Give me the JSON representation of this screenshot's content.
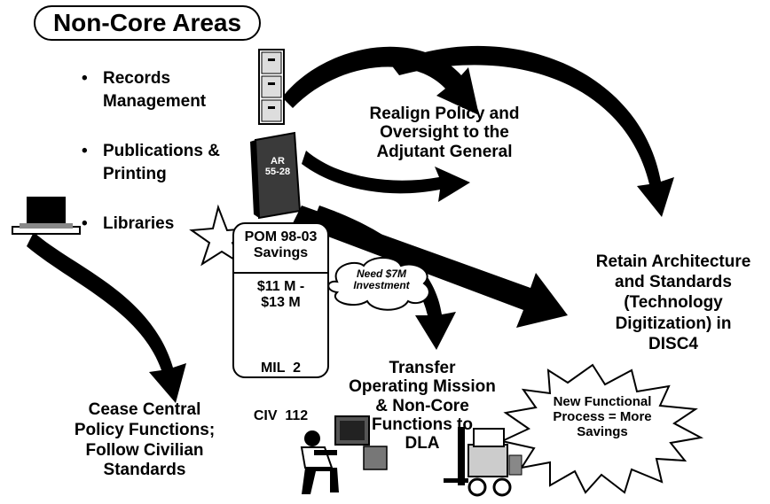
{
  "title": "Non-Core Areas",
  "bullets": [
    {
      "line1": "Records",
      "line2": "Management"
    },
    {
      "line1": "Publications &",
      "line2": "Printing"
    },
    {
      "line1": "Libraries",
      "line2": ""
    }
  ],
  "book_label": {
    "line1": "AR",
    "line2": "55-28"
  },
  "realign": {
    "line1": "Realign Policy and",
    "line2": "Oversight to the",
    "line3": "Adjutant General"
  },
  "retain": {
    "line1": "Retain Architecture",
    "line2": "and Standards",
    "line3": "(Technology",
    "line4": "Digitization) in",
    "line5": "DISC4"
  },
  "pom": {
    "line1": "POM 98-03",
    "line2": "Savings",
    "line3": "$11 M -",
    "line4": "$13 M",
    "line5": "MIL  2",
    "line6": "CIV  112"
  },
  "investment": {
    "line1": "Need $7M",
    "line2": "Investment"
  },
  "transfer": {
    "line1": "Transfer",
    "line2": "Operating Mission",
    "line3": "& Non-Core",
    "line4": "Functions to",
    "line5": "DLA"
  },
  "new_process": {
    "line1": "New Functional",
    "line2": "Process = More",
    "line3": "Savings"
  },
  "cease": {
    "line1": "Cease Central",
    "line2": "Policy Functions;",
    "line3": "Follow Civilian",
    "line4": "Standards"
  },
  "colors": {
    "ink": "#000000",
    "paper": "#ffffff",
    "book": "#3a3a3a"
  }
}
